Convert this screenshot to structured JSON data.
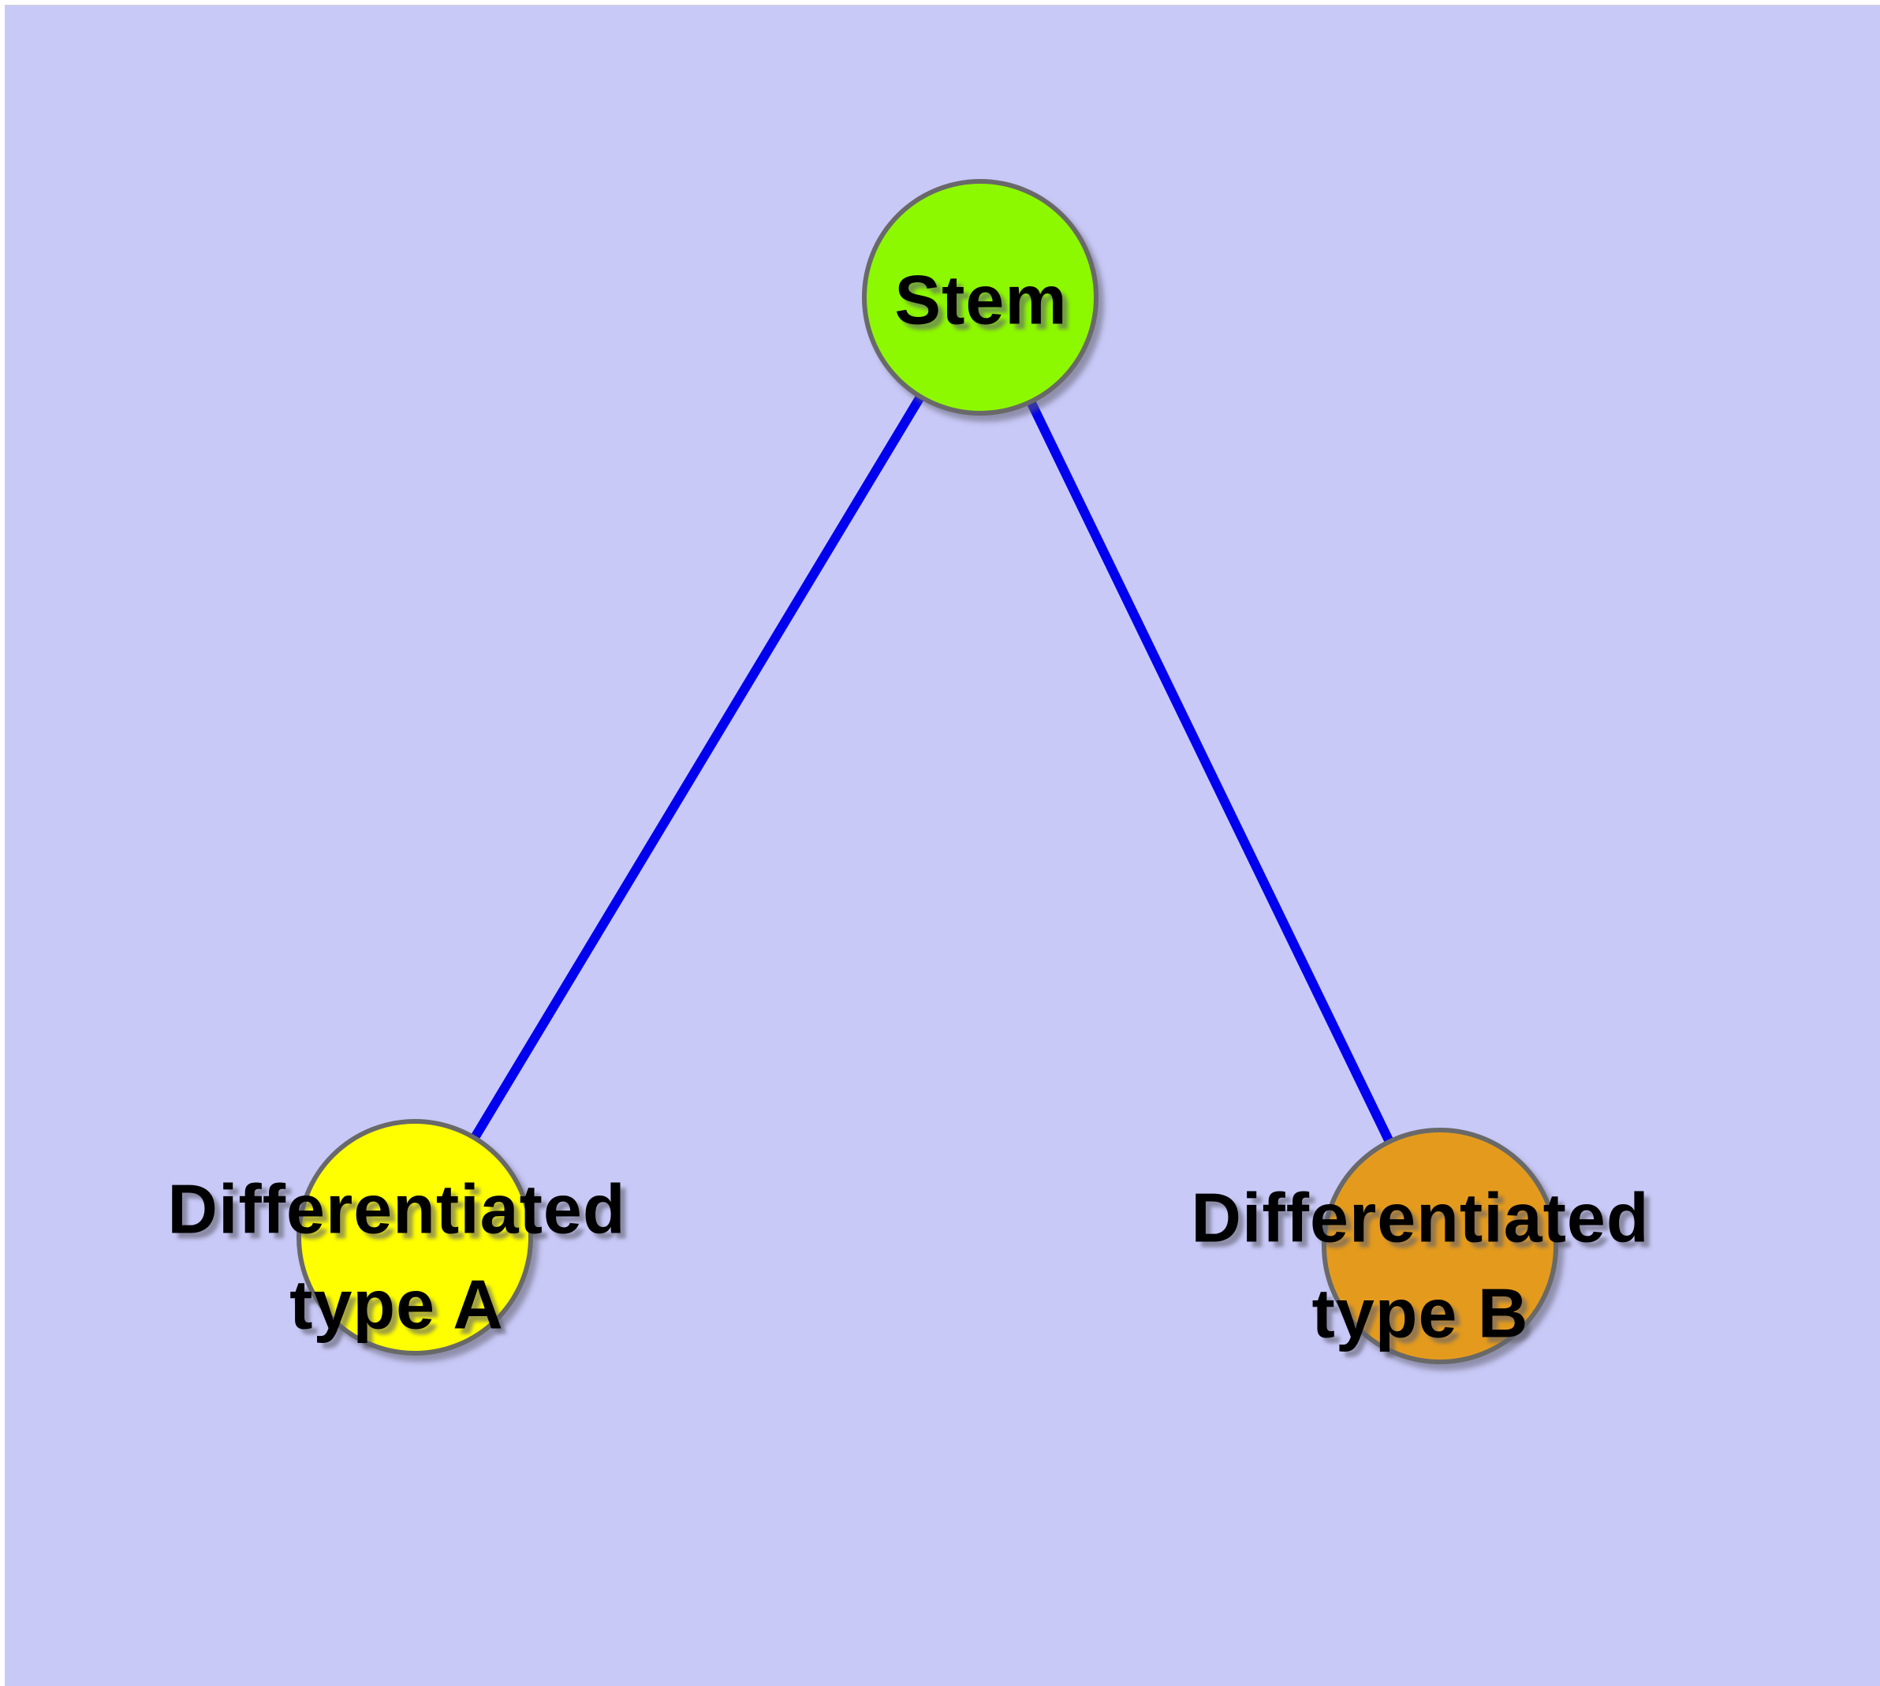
{
  "diagram": {
    "background_color": "#C9C9F8",
    "edge_color": "#0000EE",
    "node_border_color": "#696969",
    "text_color": "#000000",
    "nodes": [
      {
        "id": "stem",
        "label_lines": [
          "Stem"
        ],
        "color": "#8DF900"
      },
      {
        "id": "differentiated-type-a",
        "label_lines": [
          "Differentiated",
          "type A"
        ],
        "color": "#FFFF00"
      },
      {
        "id": "differentiated-type-b",
        "label_lines": [
          "Differentiated",
          "type B"
        ],
        "color": "#E49B1D"
      }
    ],
    "edges": [
      {
        "from": "stem",
        "to": "differentiated-type-a"
      },
      {
        "from": "stem",
        "to": "differentiated-type-b"
      }
    ]
  }
}
